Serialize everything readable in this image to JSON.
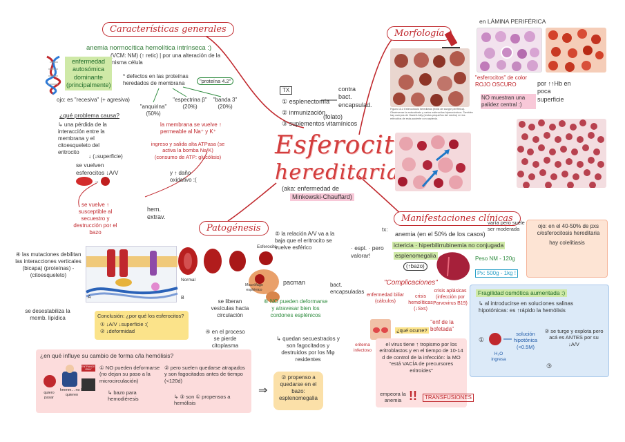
{
  "title": {
    "line1": "Esferocitosis",
    "line2": "hereditaria",
    "aka": "(aka: enfermedad de",
    "aka2": "Minkowski-Chauffard)"
  },
  "sections": {
    "generales": "Características generales",
    "morfologia": "Morfología",
    "patogenesis": "Patogénesis",
    "manifestaciones": "Manifestaciones clínicas"
  },
  "generales": {
    "anemia": "anemia normocítica hemolítica intrínseca :)",
    "vcm": "(VCM: NM) (↑ retic) | por una alteración de la misma célula",
    "enfermedad": "enfermedad autosómica dominante (principalmente)",
    "defectos": "* defectos   en las proteínas heredados     de membrana",
    "proteina": "\"proteína 4.2\"",
    "anquirina": "\"anquirina\" (50%)",
    "espectrina": "\"espectrina β\" (20%)",
    "banda3": "\"banda 3\" (20%)",
    "recesiva": "ojo: es \"recesiva\" (+ agresiva)",
    "problema": "¿qué problema causa?",
    "perdida": "↳ una pérdida de la interacción entre la membrana y el citoesqueleto del eritrocito",
    "superficie": "↓ (↓superficie)",
    "esferocitos": "se vuelven esferocitos ↓A/V",
    "membrana": "la membrana se vuelve ↑ permeable al Na⁺ y K⁺",
    "ingreso": "ingreso y salida alta ATPasa (se activa la bomba Na/K) (consumo de ATP: glucólisis)",
    "oxidativo": "y ↑ daño oxidativo :(",
    "secuestro": "se vuelve ↑ susceptible al secuestro y destrucción por el bazo",
    "hem": "hem. extrav."
  },
  "tx": {
    "label": "TX",
    "esplenectomia": "① esplenectomía",
    "inmunizacion": "② inmunización",
    "suplementos": "③ suplementos vitamínicos",
    "contra": "contra bact. encapsulad.",
    "folato": "(folato)"
  },
  "morfologia": {
    "lamina": "en LÁMINA PERIFÉRICA",
    "esferocitos": "\"esferocitos\" de color ROJO OSCURO",
    "palidez": "NO muestran una palidez central :)",
    "hb": "por ↑↑Hb en poca superficie",
    "caption": "Figura 13.2 Esferocitosis hereditaria (frotis de sangre periférica). Obsérvense la anisocitosis y varios esferocitos hipercrómicos. También hay cuerpos de Howell-Jolly (restos pequeños del núcleo) en los eritrocitos de esta paciente con asplenia."
  },
  "patogenesis": {
    "mutaciones": "④ las mutaciones debilitan las interacciones verticales (bicapa) (proteínas) -(citoesqueleto)",
    "desestabiliza": "se desestabiliza la memb. lipídica",
    "relacion": "⑤ la relación A/V va a la baja que el eritrocito se vuelve esférico",
    "esferocito": "Esferocito",
    "macrofago": "Macrófago esplénico",
    "vesiculas": "se liberan vesículas hacia circulación",
    "proceso": "④ en el proceso se pierde citoplasma",
    "pacman": "pacman",
    "deformarse": "⑥ NO pueden deformarse y atravesar bien los cordones esplénicos",
    "secuestrados": "↳ quedan secuestrados y son fagocitados y destruidos por los Mφ residentes",
    "conclusion": "Conclusión: ¿por qué los esferocitos?",
    "c1": "① ↓A/V ↓superficie :(",
    "c2": "② ↓deformidad",
    "normal": "Normal",
    "diagA": "A",
    "diagB": "B"
  },
  "hemolisis": {
    "title": "¿en qué influye su cambio de forma c/la hemólisis?",
    "p1": "① NO pueden deformarse (no dejan su paso a la microcirculación)",
    "p1b": "↳ bazo para hemodiéresis",
    "p2": "② pero suelen quedarse atrapados y son fagocitados antes de tiempo (<120d)",
    "p3": "↳ ③ son ① propensos a hemólisis",
    "entrance": "ENTRANCE ONLY",
    "arrow": "⇒",
    "propenso": "② propenso a quedarse en el bazo: esplenomegalia",
    "glob1": "quiero pasar",
    "glob2": "hmmm... no lo quieren"
  },
  "manifestaciones": {
    "tx": "tx:",
    "anemia": "anemia (en el 50% de los casos)",
    "varia": "varía pero suele ser moderada",
    "ictericia": "ictericia · hiperbilirrubinemia no conjugada",
    "esplenomegalia": "esplenomegalia",
    "bazo": "(↑bazo)",
    "espl": "· espl. · pero valorar!",
    "bact": "bact. encapsuladas",
    "peso_nm": "Peso NM - 120g",
    "px": "Px: 500g - 1kg !",
    "ojo": "ojo: en el 40-50% de pxs c/esferocitosis hereditaria",
    "hay": "hay colelitiasis",
    "complicaciones": "\"Complicaciones\"",
    "enf_biliar": "enfermedad biliar (cálculos)",
    "crisis_hemoliticas": "crisis hemolíticas (↓Sxs)",
    "crisis_aplasicas": "crisis aplásicas (infección por Parvovirus B19)",
    "que_ocurre": "¿qué ocurre?",
    "quinta": "\"enf de la bofetada\"",
    "virus": "el virus tiene ↑ tropismo por los eritroblastos y en el tiempo de 10-14 d de control de la infección: la MO \"está VACÍA de precursores eritroides\"",
    "empeora": "empeora la anemia",
    "transfusiones": "TRANSFUSIONES",
    "eritema": "eritema infectoso",
    "fragilidad": "Fragilidad osmótica aumentada :)",
    "al_introducir": "↳ al introducirse en soluciones salinas hipotónicas: es ↑rápido la hemólisis",
    "solucion": "solución hipotónica (<0.5M)",
    "h2o": "H₂O ingresa",
    "turge": "② se turge y explota pero acá es ANTES por su ↓A/V",
    "n1": "①",
    "n3": "③"
  }
}
